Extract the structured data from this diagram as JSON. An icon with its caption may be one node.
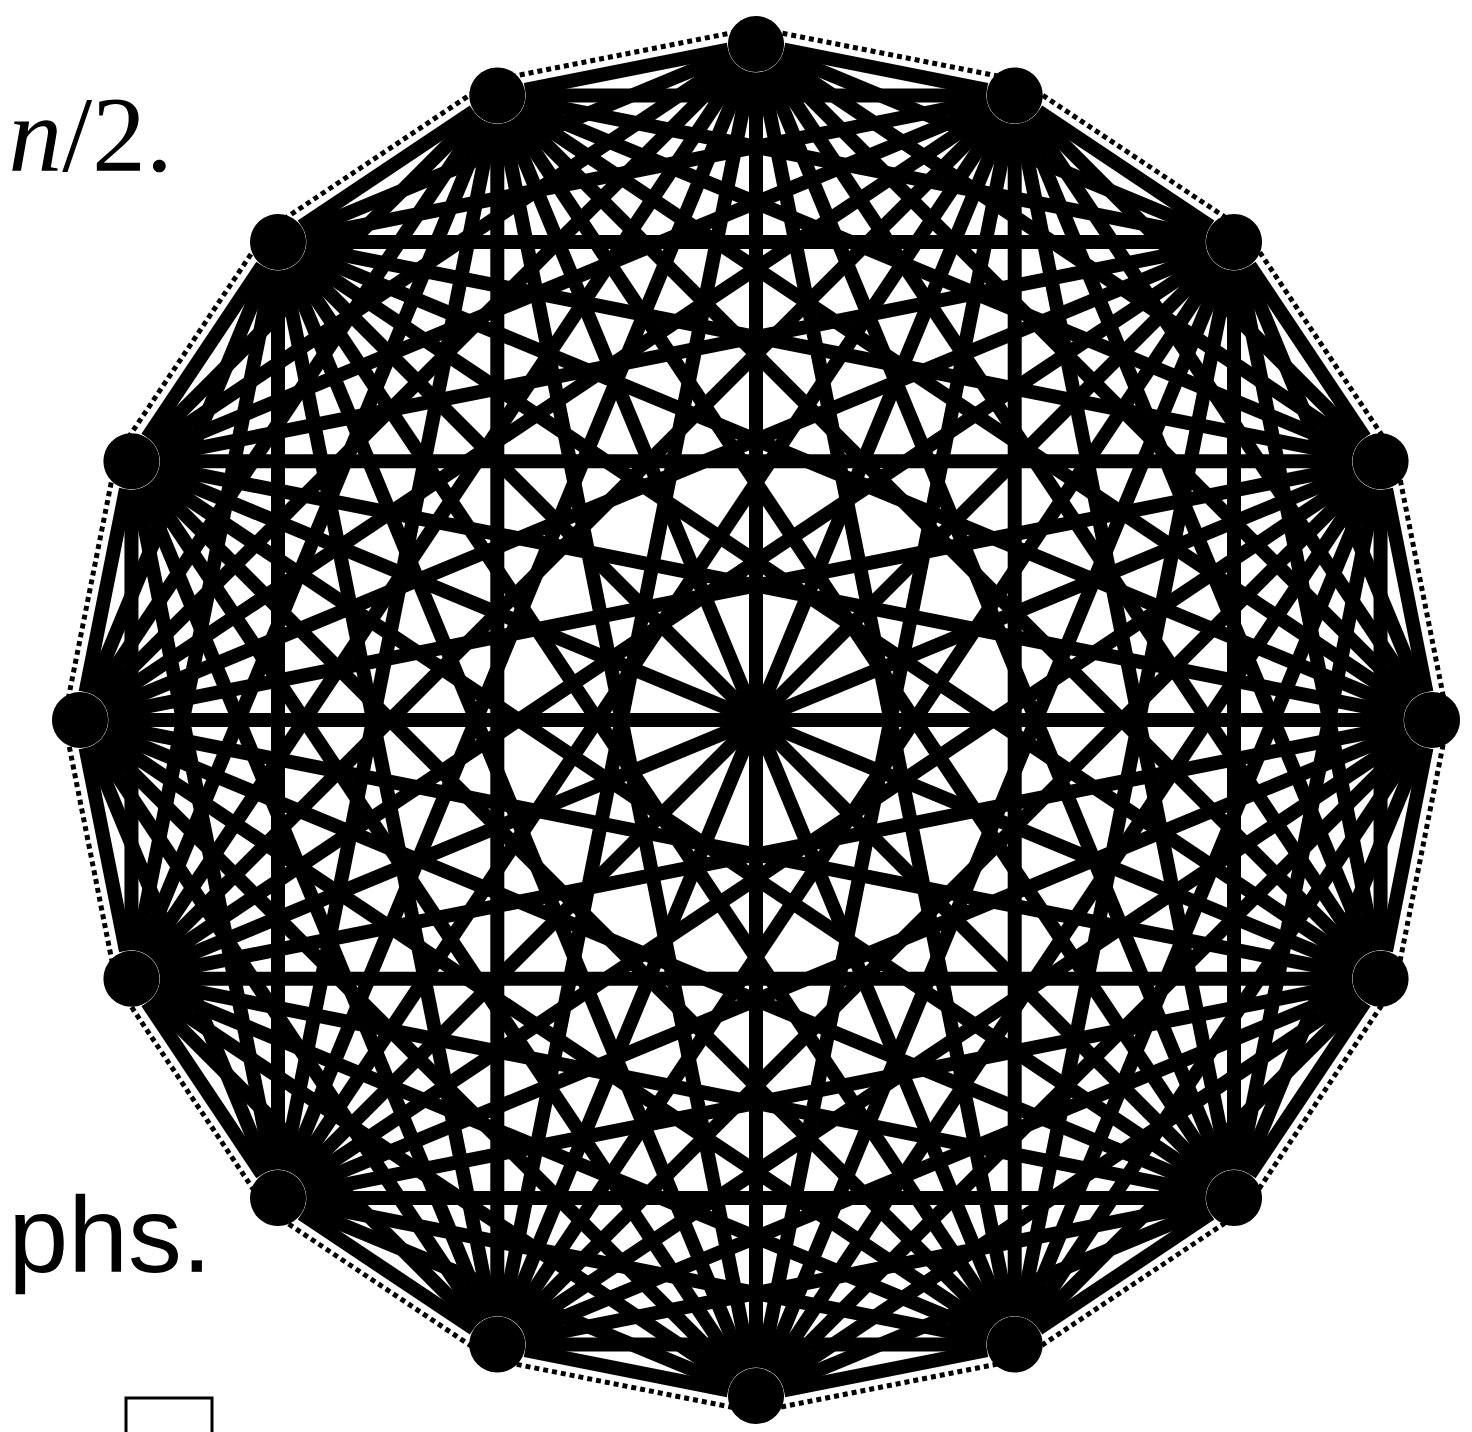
{
  "diagram": {
    "nodes": [
      {
        "text": [],
        "shape": "circle"
      },
      {
        "text": [],
        "shape": "circle"
      },
      {
        "text": [],
        "shape": "circle"
      },
      {
        "text": [],
        "shape": "circle"
      },
      {
        "text": [],
        "shape": "circle"
      },
      {
        "text": [],
        "shape": "circle"
      },
      {
        "text": [],
        "shape": "circle"
      },
      {
        "text": [],
        "shape": "circle"
      },
      {
        "text": [],
        "shape": "circle"
      },
      {
        "text": [],
        "shape": "circle"
      },
      {
        "text": [],
        "shape": "circle"
      },
      {
        "text": [],
        "shape": "circle"
      },
      {
        "text": [],
        "shape": "circle"
      },
      {
        "text": [],
        "shape": "circle"
      },
      {
        "text": [],
        "shape": "circle"
      },
      {
        "text": [],
        "shape": "circle"
      }
    ],
    "edges": [
      {
        "from": 0,
        "to": 1,
        "arrow": "none"
      },
      {
        "from": 0,
        "to": 2,
        "arrow": "none"
      },
      {
        "from": 0,
        "to": 3,
        "arrow": "none"
      },
      {
        "from": 0,
        "to": 4,
        "arrow": "none"
      },
      {
        "from": 0,
        "to": 5,
        "arrow": "none"
      },
      {
        "from": 0,
        "to": 6,
        "arrow": "none"
      },
      {
        "from": 0,
        "to": 7,
        "arrow": "none"
      },
      {
        "from": 0,
        "to": 8,
        "arrow": "none"
      },
      {
        "from": 0,
        "to": 9,
        "arrow": "none"
      },
      {
        "from": 0,
        "to": 10,
        "arrow": "none"
      },
      {
        "from": 0,
        "to": 11,
        "arrow": "none"
      },
      {
        "from": 0,
        "to": 12,
        "arrow": "none"
      },
      {
        "from": 0,
        "to": 13,
        "arrow": "none"
      },
      {
        "from": 0,
        "to": 14,
        "arrow": "none"
      },
      {
        "from": 0,
        "to": 15,
        "arrow": "none"
      },
      {
        "from": 1,
        "to": 2,
        "arrow": "none"
      },
      {
        "from": 1,
        "to": 3,
        "arrow": "none"
      },
      {
        "from": 1,
        "to": 4,
        "arrow": "none"
      },
      {
        "from": 1,
        "to": 5,
        "arrow": "none"
      },
      {
        "from": 1,
        "to": 6,
        "arrow": "none"
      },
      {
        "from": 1,
        "to": 7,
        "arrow": "none"
      },
      {
        "from": 1,
        "to": 8,
        "arrow": "none"
      },
      {
        "from": 1,
        "to": 9,
        "arrow": "none"
      },
      {
        "from": 1,
        "to": 10,
        "arrow": "none"
      },
      {
        "from": 1,
        "to": 11,
        "arrow": "none"
      },
      {
        "from": 1,
        "to": 12,
        "arrow": "none"
      },
      {
        "from": 1,
        "to": 13,
        "arrow": "none"
      },
      {
        "from": 1,
        "to": 14,
        "arrow": "none"
      },
      {
        "from": 1,
        "to": 15,
        "arrow": "none"
      },
      {
        "from": 2,
        "to": 3,
        "arrow": "none"
      },
      {
        "from": 2,
        "to": 4,
        "arrow": "none"
      },
      {
        "from": 2,
        "to": 5,
        "arrow": "none"
      },
      {
        "from": 2,
        "to": 6,
        "arrow": "none"
      },
      {
        "from": 2,
        "to": 7,
        "arrow": "none"
      },
      {
        "from": 2,
        "to": 8,
        "arrow": "none"
      },
      {
        "from": 2,
        "to": 9,
        "arrow": "none"
      },
      {
        "from": 2,
        "to": 10,
        "arrow": "none"
      },
      {
        "from": 2,
        "to": 11,
        "arrow": "none"
      },
      {
        "from": 2,
        "to": 12,
        "arrow": "none"
      },
      {
        "from": 2,
        "to": 13,
        "arrow": "none"
      },
      {
        "from": 2,
        "to": 14,
        "arrow": "none"
      },
      {
        "from": 2,
        "to": 15,
        "arrow": "none"
      },
      {
        "from": 3,
        "to": 4,
        "arrow": "none"
      },
      {
        "from": 3,
        "to": 5,
        "arrow": "none"
      },
      {
        "from": 3,
        "to": 6,
        "arrow": "none"
      },
      {
        "from": 3,
        "to": 7,
        "arrow": "none"
      },
      {
        "from": 3,
        "to": 8,
        "arrow": "none"
      },
      {
        "from": 3,
        "to": 9,
        "arrow": "none"
      },
      {
        "from": 3,
        "to": 10,
        "arrow": "none"
      },
      {
        "from": 3,
        "to": 11,
        "arrow": "none"
      },
      {
        "from": 3,
        "to": 12,
        "arrow": "none"
      },
      {
        "from": 3,
        "to": 13,
        "arrow": "none"
      },
      {
        "from": 3,
        "to": 14,
        "arrow": "none"
      },
      {
        "from": 3,
        "to": 15,
        "arrow": "none"
      },
      {
        "from": 4,
        "to": 5,
        "arrow": "none"
      },
      {
        "from": 4,
        "to": 6,
        "arrow": "none"
      },
      {
        "from": 4,
        "to": 7,
        "arrow": "none"
      },
      {
        "from": 4,
        "to": 8,
        "arrow": "none"
      },
      {
        "from": 4,
        "to": 9,
        "arrow": "none"
      },
      {
        "from": 4,
        "to": 10,
        "arrow": "none"
      },
      {
        "from": 4,
        "to": 11,
        "arrow": "none"
      },
      {
        "from": 4,
        "to": 12,
        "arrow": "none"
      },
      {
        "from": 4,
        "to": 13,
        "arrow": "none"
      },
      {
        "from": 4,
        "to": 14,
        "arrow": "none"
      },
      {
        "from": 4,
        "to": 15,
        "arrow": "none"
      },
      {
        "from": 5,
        "to": 6,
        "arrow": "none"
      },
      {
        "from": 5,
        "to": 7,
        "arrow": "none"
      },
      {
        "from": 5,
        "to": 8,
        "arrow": "none"
      },
      {
        "from": 5,
        "to": 9,
        "arrow": "none"
      },
      {
        "from": 5,
        "to": 10,
        "arrow": "none"
      },
      {
        "from": 5,
        "to": 11,
        "arrow": "none"
      },
      {
        "from": 5,
        "to": 12,
        "arrow": "none"
      },
      {
        "from": 5,
        "to": 13,
        "arrow": "none"
      },
      {
        "from": 5,
        "to": 14,
        "arrow": "none"
      },
      {
        "from": 5,
        "to": 15,
        "arrow": "none"
      },
      {
        "from": 6,
        "to": 7,
        "arrow": "none"
      },
      {
        "from": 6,
        "to": 8,
        "arrow": "none"
      },
      {
        "from": 6,
        "to": 9,
        "arrow": "none"
      },
      {
        "from": 6,
        "to": 10,
        "arrow": "none"
      },
      {
        "from": 6,
        "to": 11,
        "arrow": "none"
      },
      {
        "from": 6,
        "to": 12,
        "arrow": "none"
      },
      {
        "from": 6,
        "to": 13,
        "arrow": "none"
      },
      {
        "from": 6,
        "to": 14,
        "arrow": "none"
      },
      {
        "from": 6,
        "to": 15,
        "arrow": "none"
      },
      {
        "from": 7,
        "to": 8,
        "arrow": "none"
      },
      {
        "from": 7,
        "to": 9,
        "arrow": "none"
      },
      {
        "from": 7,
        "to": 10,
        "arrow": "none"
      },
      {
        "from": 7,
        "to": 11,
        "arrow": "none"
      },
      {
        "from": 7,
        "to": 12,
        "arrow": "none"
      },
      {
        "from": 7,
        "to": 13,
        "arrow": "none"
      },
      {
        "from": 7,
        "to": 14,
        "arrow": "none"
      },
      {
        "from": 7,
        "to": 15,
        "arrow": "none"
      },
      {
        "from": 8,
        "to": 9,
        "arrow": "none"
      },
      {
        "from": 8,
        "to": 10,
        "arrow": "none"
      },
      {
        "from": 8,
        "to": 11,
        "arrow": "none"
      },
      {
        "from": 8,
        "to": 12,
        "arrow": "none"
      },
      {
        "from": 8,
        "to": 13,
        "arrow": "none"
      },
      {
        "from": 8,
        "to": 14,
        "arrow": "none"
      },
      {
        "from": 8,
        "to": 15,
        "arrow": "none"
      },
      {
        "from": 9,
        "to": 10,
        "arrow": "none"
      },
      {
        "from": 9,
        "to": 11,
        "arrow": "none"
      },
      {
        "from": 9,
        "to": 12,
        "arrow": "none"
      },
      {
        "from": 9,
        "to": 13,
        "arrow": "none"
      },
      {
        "from": 9,
        "to": 14,
        "arrow": "none"
      },
      {
        "from": 9,
        "to": 15,
        "arrow": "none"
      },
      {
        "from": 10,
        "to": 11,
        "arrow": "none"
      },
      {
        "from": 10,
        "to": 12,
        "arrow": "none"
      },
      {
        "from": 10,
        "to": 13,
        "arrow": "none"
      },
      {
        "from": 10,
        "to": 14,
        "arrow": "none"
      },
      {
        "from": 10,
        "to": 15,
        "arrow": "none"
      },
      {
        "from": 11,
        "to": 12,
        "arrow": "none"
      },
      {
        "from": 11,
        "to": 13,
        "arrow": "none"
      },
      {
        "from": 11,
        "to": 14,
        "arrow": "none"
      },
      {
        "from": 11,
        "to": 15,
        "arrow": "none"
      },
      {
        "from": 12,
        "to": 13,
        "arrow": "none"
      },
      {
        "from": 12,
        "to": 14,
        "arrow": "none"
      },
      {
        "from": 12,
        "to": 15,
        "arrow": "none"
      },
      {
        "from": 13,
        "to": 14,
        "arrow": "none"
      },
      {
        "from": 13,
        "to": 15,
        "arrow": "none"
      },
      {
        "from": 14,
        "to": 15,
        "arrow": "none"
      }
    ],
    "labels": [
      "*n*/2.",
      "phs."
    ]
  }
}
